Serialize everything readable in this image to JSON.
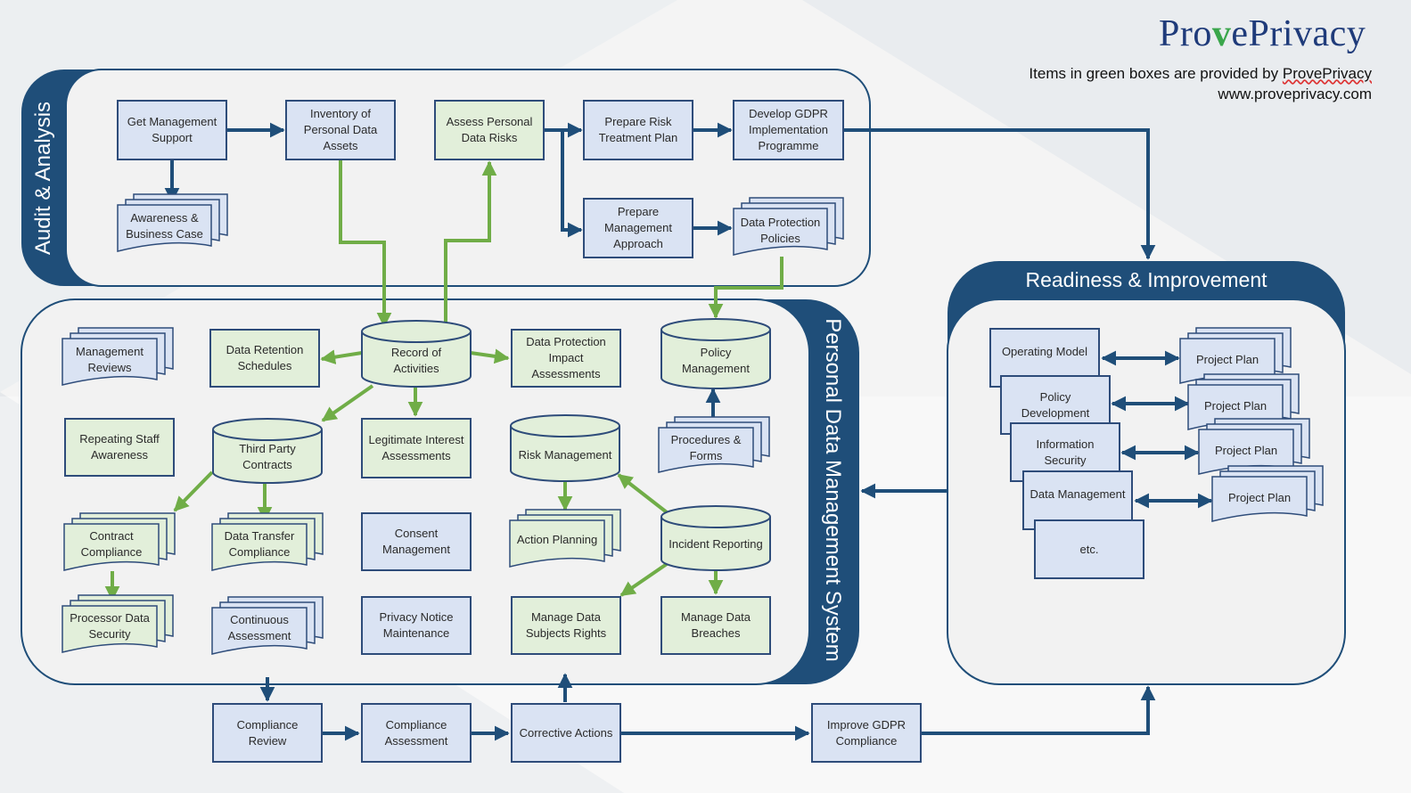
{
  "brand": {
    "logo_left": "Pro",
    "logo_check": "v",
    "logo_right": "ePrivacy"
  },
  "note": {
    "line1_prefix": "Items in green boxes are provided by ",
    "line1_brand": "ProvePrivacy",
    "line2": "www.proveprivacy.com"
  },
  "sections": {
    "audit": "Audit & Analysis",
    "pdms": "Personal Data Management System",
    "readiness": "Readiness & Improvement"
  },
  "audit": {
    "get_support": "Get Management Support",
    "inventory": "Inventory of Personal Data Assets",
    "assess_risks": "Assess Personal Data Risks",
    "risk_treatment": "Prepare Risk Treatment Plan",
    "develop_gdpr": "Develop GDPR Implementation Programme",
    "awareness_case": "Awareness & Business Case",
    "mgmt_approach": "Prepare Management Approach",
    "dp_policies": "Data Protection Policies"
  },
  "pdms": {
    "mgmt_reviews": "Management Reviews",
    "retention": "Data Retention Schedules",
    "record": "Record of Activities",
    "dpia": "Data Protection Impact Assessments",
    "policy_mgmt": "Policy Management",
    "staff_awareness": "Repeating Staff Awareness",
    "third_party": "Third Party Contracts",
    "legit_interest": "Legitimate Interest Assessments",
    "risk_mgmt": "Risk Management",
    "procedures": "Procedures & Forms",
    "contract_compliance": "Contract Compliance",
    "transfer_compliance": "Data Transfer Compliance",
    "consent": "Consent Management",
    "action_planning": "Action Planning",
    "incident": "Incident Reporting",
    "processor_security": "Processor Data Security",
    "continuous": "Continuous Assessment",
    "privacy_notice": "Privacy Notice Maintenance",
    "subject_rights": "Manage Data Subjects Rights",
    "breaches": "Manage Data Breaches"
  },
  "bottom": {
    "review": "Compliance Review",
    "assessment": "Compliance Assessment",
    "corrective": "Corrective Actions",
    "improve": "Improve GDPR Compliance"
  },
  "readiness": {
    "operating_model": "Operating Model",
    "policy_dev": "Policy Development",
    "info_security": "Information Security",
    "data_mgmt": "Data Management",
    "etc": "etc.",
    "project_plan": "Project Plan"
  },
  "colors": {
    "navy": "#1f4e79",
    "green_box": "#e2efda",
    "blue_box": "#dae3f3",
    "green_arrow": "#70ad47",
    "blue_arrow": "#1f4e79",
    "logo_blue": "#1f3b7a",
    "logo_green": "#3aa64b"
  }
}
